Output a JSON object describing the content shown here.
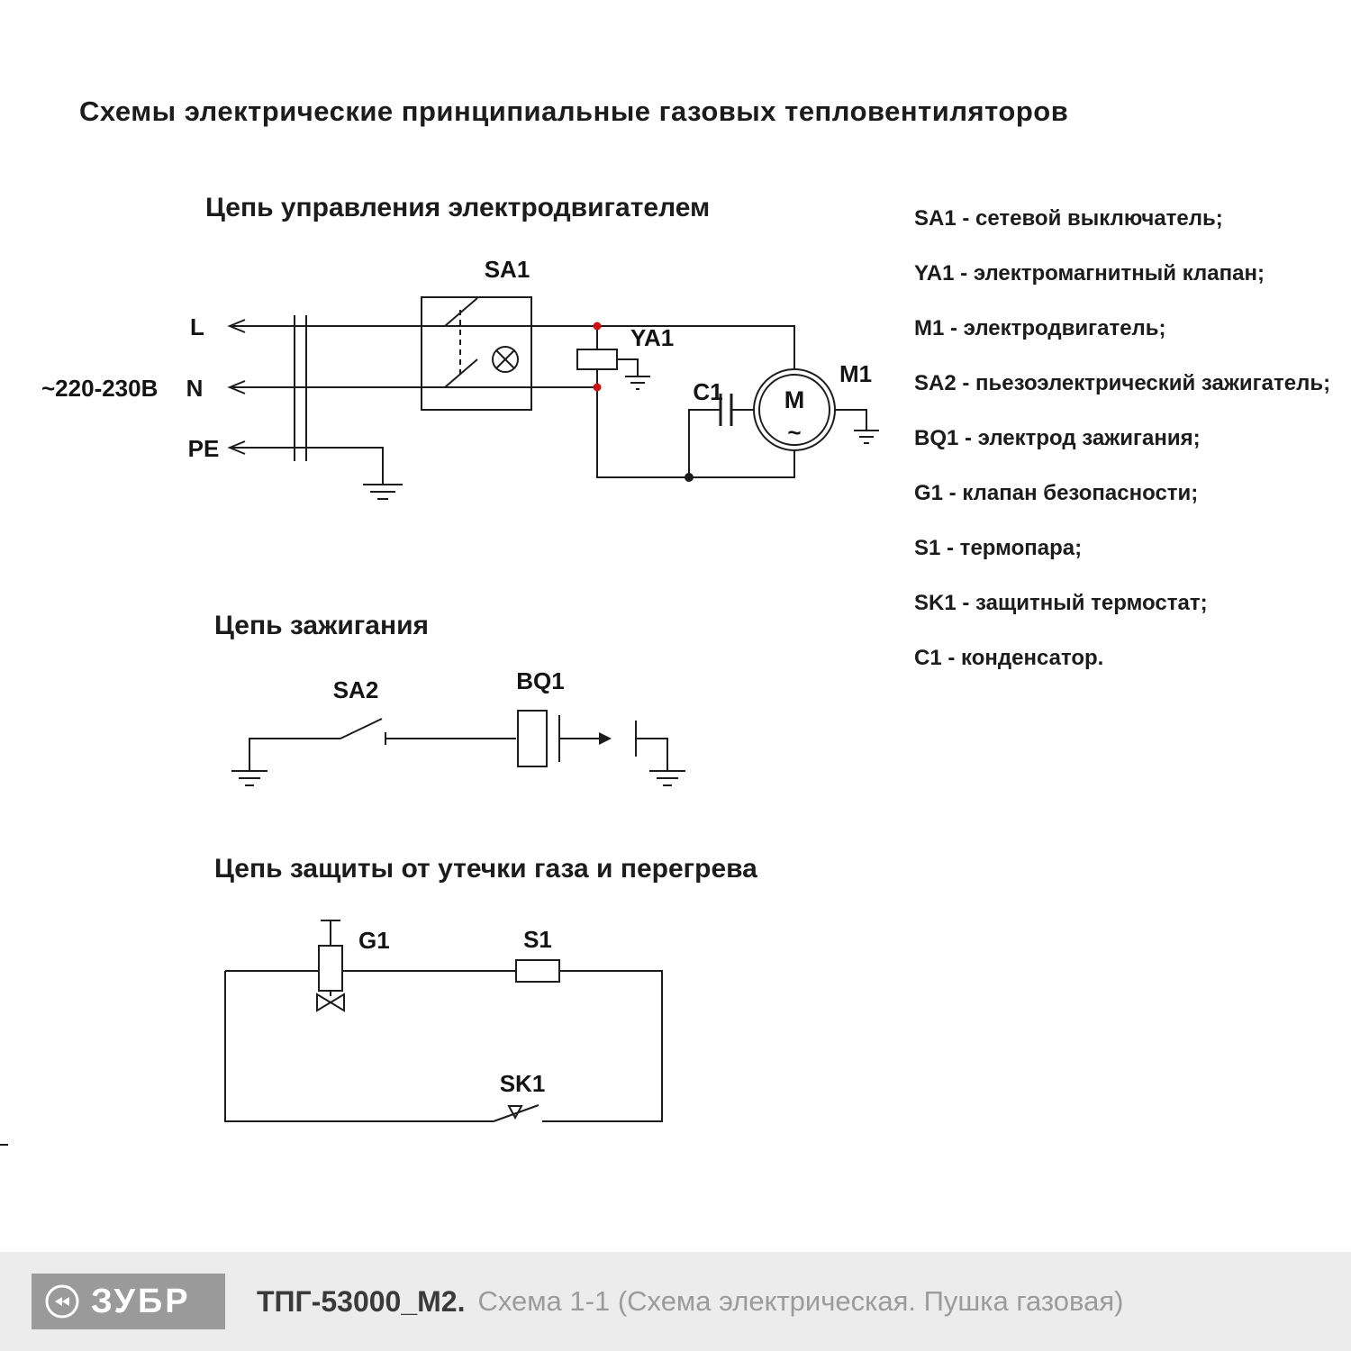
{
  "page": {
    "title": "Схемы электрические принципиальные газовых тепловентиляторов"
  },
  "circuit1": {
    "title": "Цепь управления электродвигателем",
    "supply_label": "~220-230В",
    "line_l": "L",
    "line_n": "N",
    "line_pe": "PE",
    "sa1_label": "SA1",
    "ya1_label": "YA1",
    "c1_label": "C1",
    "m1_label": "M1",
    "motor_letter": "M",
    "motor_tilde": "~"
  },
  "circuit2": {
    "title": "Цепь зажигания",
    "sa2_label": "SA2",
    "bq1_label": "BQ1"
  },
  "circuit3": {
    "title": "Цепь защиты от утечки газа и перегрева",
    "g1_label": "G1",
    "s1_label": "S1",
    "sk1_label": "SK1"
  },
  "legend": {
    "items": [
      "SA1 - сетевой выключатель;",
      "YA1 - электромагнитный клапан;",
      "M1 - электродвигатель;",
      "SA2 - пьезоэлектрический зажигатель;",
      "BQ1 - электрод зажигания;",
      "G1 - клапан безопасности;",
      "S1 - термопара;",
      "SK1 - защитный термостат;",
      "C1 - конденсатор."
    ]
  },
  "footer": {
    "brand": "ЗУБР",
    "model": "ТПГ-53000_М2.",
    "caption": "Схема 1-1 (Схема электрическая. Пушка газовая)"
  },
  "colors": {
    "line": "#1c1c1c",
    "junction_red": "#cc1111",
    "footer_bg": "#ececec",
    "logo_bg": "#9a9a9a",
    "caption_gray": "#9b9b9b"
  }
}
